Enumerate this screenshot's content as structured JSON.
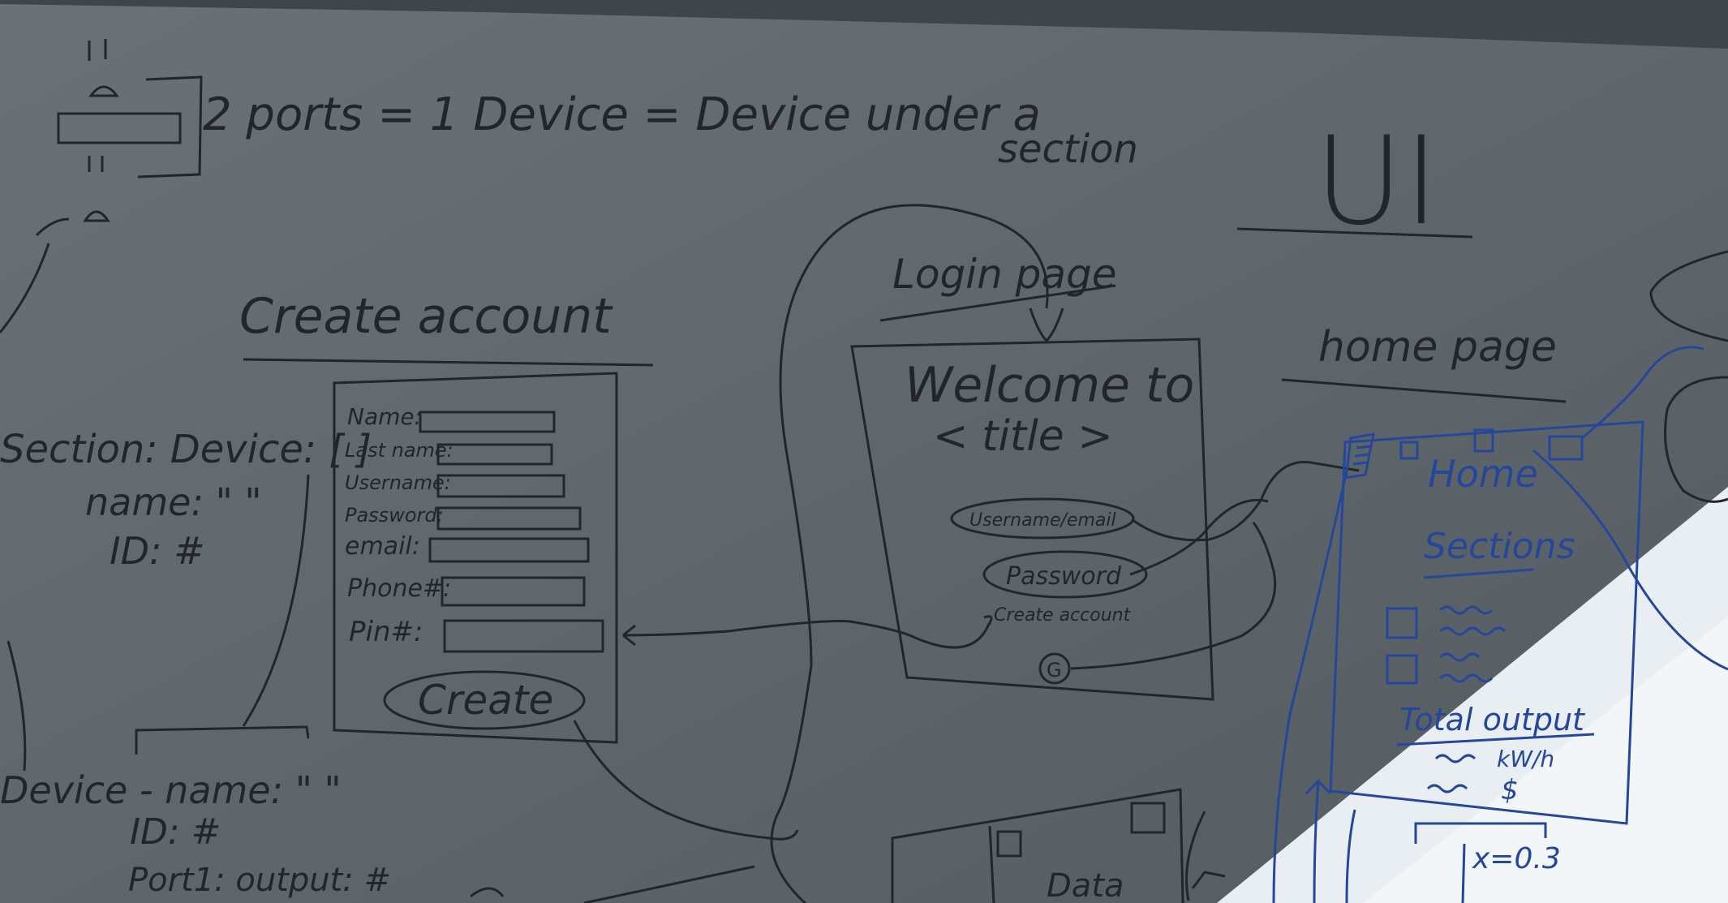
{
  "top_note": {
    "text": "2 ports = 1 Device = Device under a",
    "text2": "section"
  },
  "ui_title": "UI",
  "create_account": {
    "title": "Create account",
    "fields": [
      "Name:",
      "Last name:",
      "Username:",
      "Password:",
      "email:",
      "Phone#:",
      "Pin#:"
    ],
    "button": "Create"
  },
  "section_note": {
    "line1": "Section: Device: [ ]",
    "line2": "name: \" \"",
    "line3": "ID: #"
  },
  "device_note": {
    "line1": "Device - name: \" \"",
    "line2": "ID: #",
    "line3": "Port1: output: #"
  },
  "login_page": {
    "title": "Login page",
    "welcome1": "Welcome to",
    "welcome2": "< title >",
    "username": "Username/email",
    "password": "Password",
    "create_link": "Create account",
    "go_button": "G"
  },
  "home_page": {
    "title": "home page",
    "heading": "Home",
    "sections": "Sections",
    "total_output": "Total output",
    "kwh": "kW/h",
    "dollar": "$",
    "x_note": "x=0.3"
  },
  "bottom_screen": {
    "label": "Data"
  }
}
